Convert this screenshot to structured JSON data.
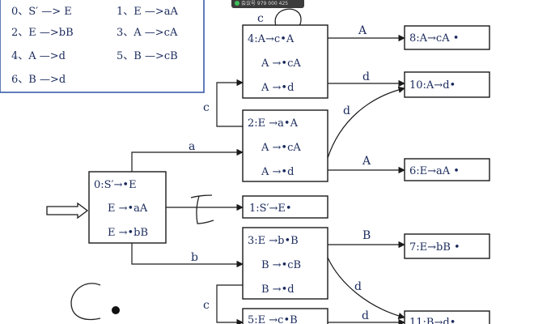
{
  "meeting_bar": {
    "text": "会议号 979 000 425"
  },
  "grammar": {
    "rules": [
      "0、S′ —> E",
      "1、E —>aA",
      "2、E —>bB",
      "3、A —>cA",
      "4、A —>d",
      "5、B —>cB",
      "6、B —>d"
    ]
  },
  "states": {
    "s0": {
      "lines": [
        "0:S′→•E",
        "E →•aA",
        "E →•bB"
      ]
    },
    "s1": {
      "lines": [
        "1:S′→E•"
      ]
    },
    "s2": {
      "lines": [
        "2:E →a•A",
        "A →•cA",
        "A →•d"
      ]
    },
    "s3": {
      "lines": [
        "3:E →b•B",
        "B →•cB",
        "B →•d"
      ]
    },
    "s4": {
      "lines": [
        "4:A→c•A",
        "A →•cA",
        "A →•d"
      ]
    },
    "s5": {
      "lines": [
        "5:E →c•B"
      ]
    },
    "s6": {
      "lines": [
        "6:E→aA •"
      ]
    },
    "s7": {
      "lines": [
        "7:E→bB •"
      ]
    },
    "s8": {
      "lines": [
        "8:A→cA •"
      ]
    },
    "s10": {
      "lines": [
        "10:A→d•"
      ]
    },
    "s11": {
      "lines": [
        "11:B→d•"
      ]
    }
  },
  "edge_labels": {
    "s0_s2": "a",
    "s0_s3": "b",
    "s2_s4": "c",
    "s4_self": "c",
    "s4_s8": "A",
    "s4_s10": "d",
    "s2_s10": "d",
    "s2_s6": "A",
    "s3_s7": "B",
    "s3_s11": "d",
    "s3_s5": "c",
    "s5_s11": "d"
  }
}
